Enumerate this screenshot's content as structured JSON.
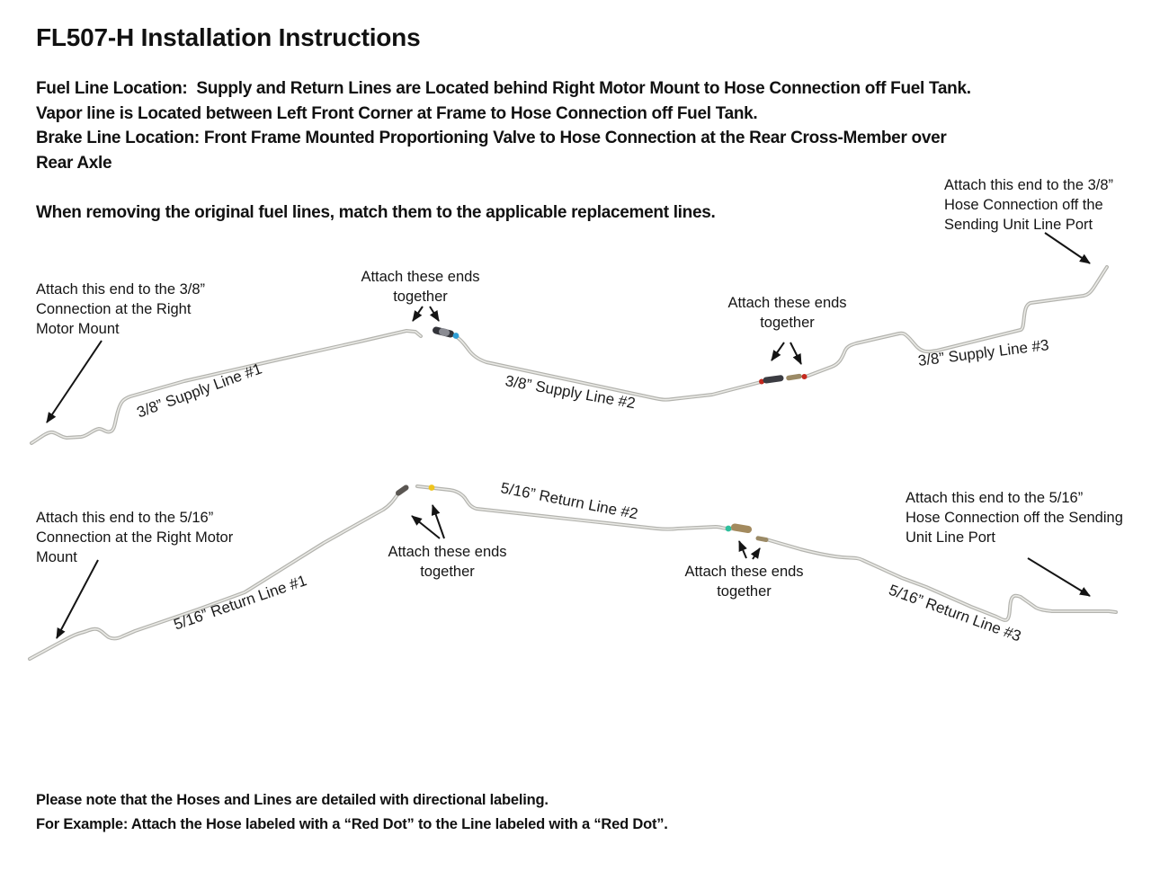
{
  "header": {
    "title": "FL507-H Installation Instructions"
  },
  "intro": {
    "location": "Fuel Line Location:  Supply and Return Lines are Located behind Right Motor Mount to Hose Connection off Fuel Tank.\nVapor line is Located between Left Front Corner at Frame to Hose Connection off Fuel Tank.\nBrake Line Location: Front Frame Mounted Proportioning Valve to Hose Connection at the Rear Cross-Member over\nRear Axle",
    "removal": "When removing the original fuel lines, match them to the applicable replacement lines."
  },
  "supply": {
    "ann_left": "Attach this end to the 3/8”\nConnection at the Right\nMotor Mount",
    "ann_join1": "Attach these ends\ntogether",
    "ann_join2": "Attach these ends\ntogether",
    "ann_right": "Attach this end to the 3/8”\nHose Connection off the\nSending Unit Line Port",
    "label1": "3/8” Supply Line #1",
    "label2": "3/8” Supply Line #2",
    "label3": "3/8” Supply Line #3"
  },
  "return": {
    "ann_left": "Attach this end to the 5/16”\nConnection at the Right Motor\nMount",
    "ann_join1": "Attach these ends\ntogether",
    "ann_join2": "Attach these ends\ntogether",
    "ann_right": "Attach this end to the 5/16”\nHose Connection off the Sending\nUnit Line Port",
    "label1": "5/16” Return Line #1",
    "label2": "5/16” Return Line #2",
    "label3": "5/16” Return Line #3"
  },
  "footer": {
    "note": "Please note that the Hoses and Lines are detailed with directional labeling.\nFor Example: Attach the Hose labeled with a “Red Dot” to the Line labeled with a “Red Dot”."
  },
  "marker_colors": {
    "blue": "#2f9fd6",
    "red": "#c4291f",
    "yellow": "#eec41e",
    "teal": "#2fbf9d"
  }
}
